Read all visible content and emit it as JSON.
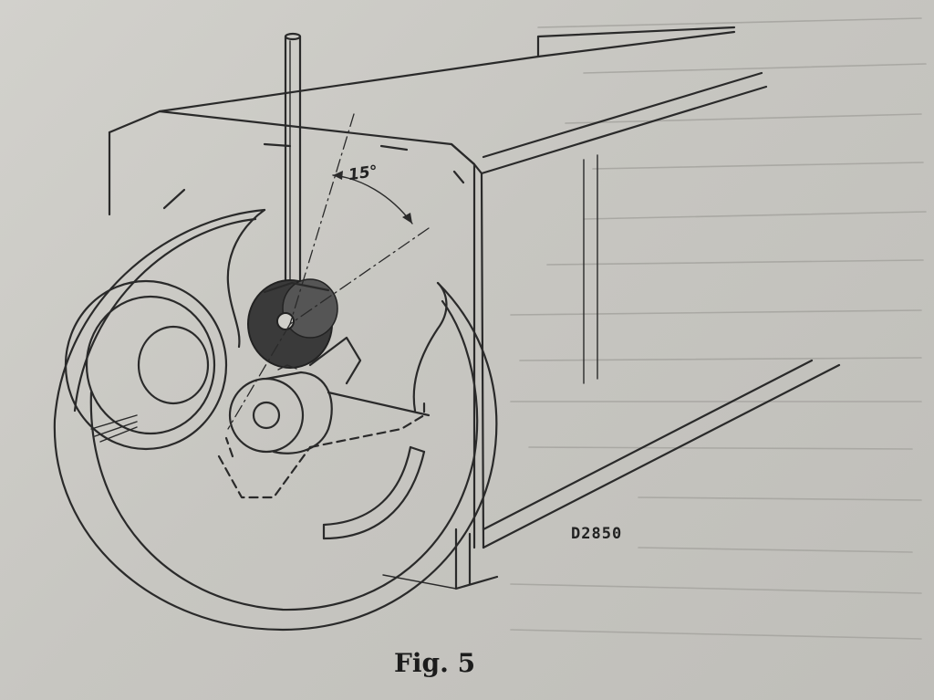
{
  "figure": {
    "drawing_id": "D2850",
    "angle_label": "15°",
    "caption": "Fig. 5"
  },
  "colors": {
    "paper": "#c9c8c3",
    "ink": "#2a2a2a",
    "bleed_through": "#a9a8a3"
  }
}
